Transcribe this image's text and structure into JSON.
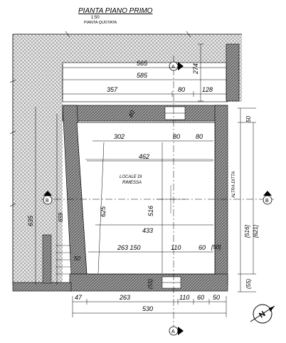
{
  "title": "PIANTA PIANO PRIMO",
  "scale": "1:50",
  "subtitle": "PIANTA QUOTATA",
  "room_label_line1": "LOCALE DI",
  "room_label_line2": "RIMESSA",
  "side_note": "ALTRA DITTA",
  "section_markers": {
    "a_top": "A",
    "a_bottom": "A",
    "b_left": "B",
    "b_right": "B"
  },
  "north_symbol": "N",
  "dims": {
    "d565": "565",
    "d585": "585",
    "d357": "357",
    "d80_top": "80",
    "d128": "128",
    "d274": "274",
    "d40": "40",
    "d302": "302",
    "d80_a": "80",
    "d80_b": "80",
    "d462": "462",
    "d625": "625",
    "d516_in": "516",
    "d433": "433",
    "d263_150": "263 150",
    "d110_in": "110",
    "d60_in": "60",
    "d50_in": "[50]",
    "d50_left": "50",
    "d635": "635",
    "d659": "659",
    "d50_right": "50",
    "d516_br": "[516]",
    "d621_br": "[621]",
    "d55_br": "(55)",
    "d47": "47",
    "d263": "263",
    "d110": "110",
    "d60": "60",
    "d50_b": "50",
    "d530": "530",
    "d55_bot": "(55)"
  }
}
